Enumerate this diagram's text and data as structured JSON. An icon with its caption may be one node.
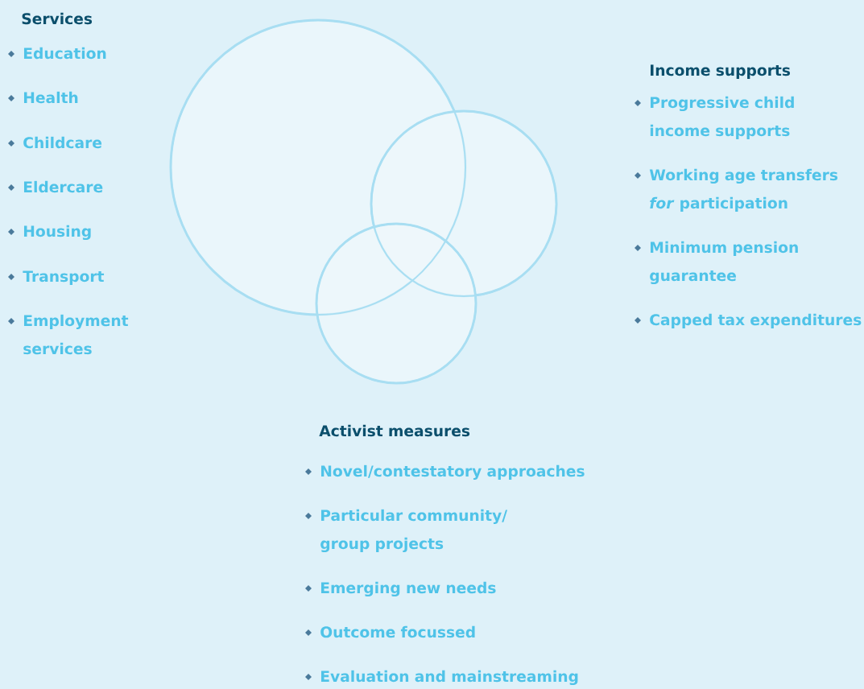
{
  "diagram": {
    "nodes": [
      {
        "text": [],
        "shape": "circle"
      },
      {
        "text": [],
        "shape": "circle"
      },
      {
        "text": [],
        "shape": "circle"
      }
    ],
    "labels": [
      "Services",
      "Education",
      "Health",
      "Childcare",
      "Eldercare",
      "Housing",
      "Transport",
      "Employment services",
      "Income supports",
      "Progressive child income supports",
      "Working age transfers *for* participation",
      "Minimum pension guarantee",
      "Capped tax expenditures",
      "Activist measures",
      "Novel/contestatory approaches",
      "Particular community/ group projects",
      "Emerging new needs",
      "Outcome focussed",
      "Evaluation and mainstreaming"
    ]
  }
}
